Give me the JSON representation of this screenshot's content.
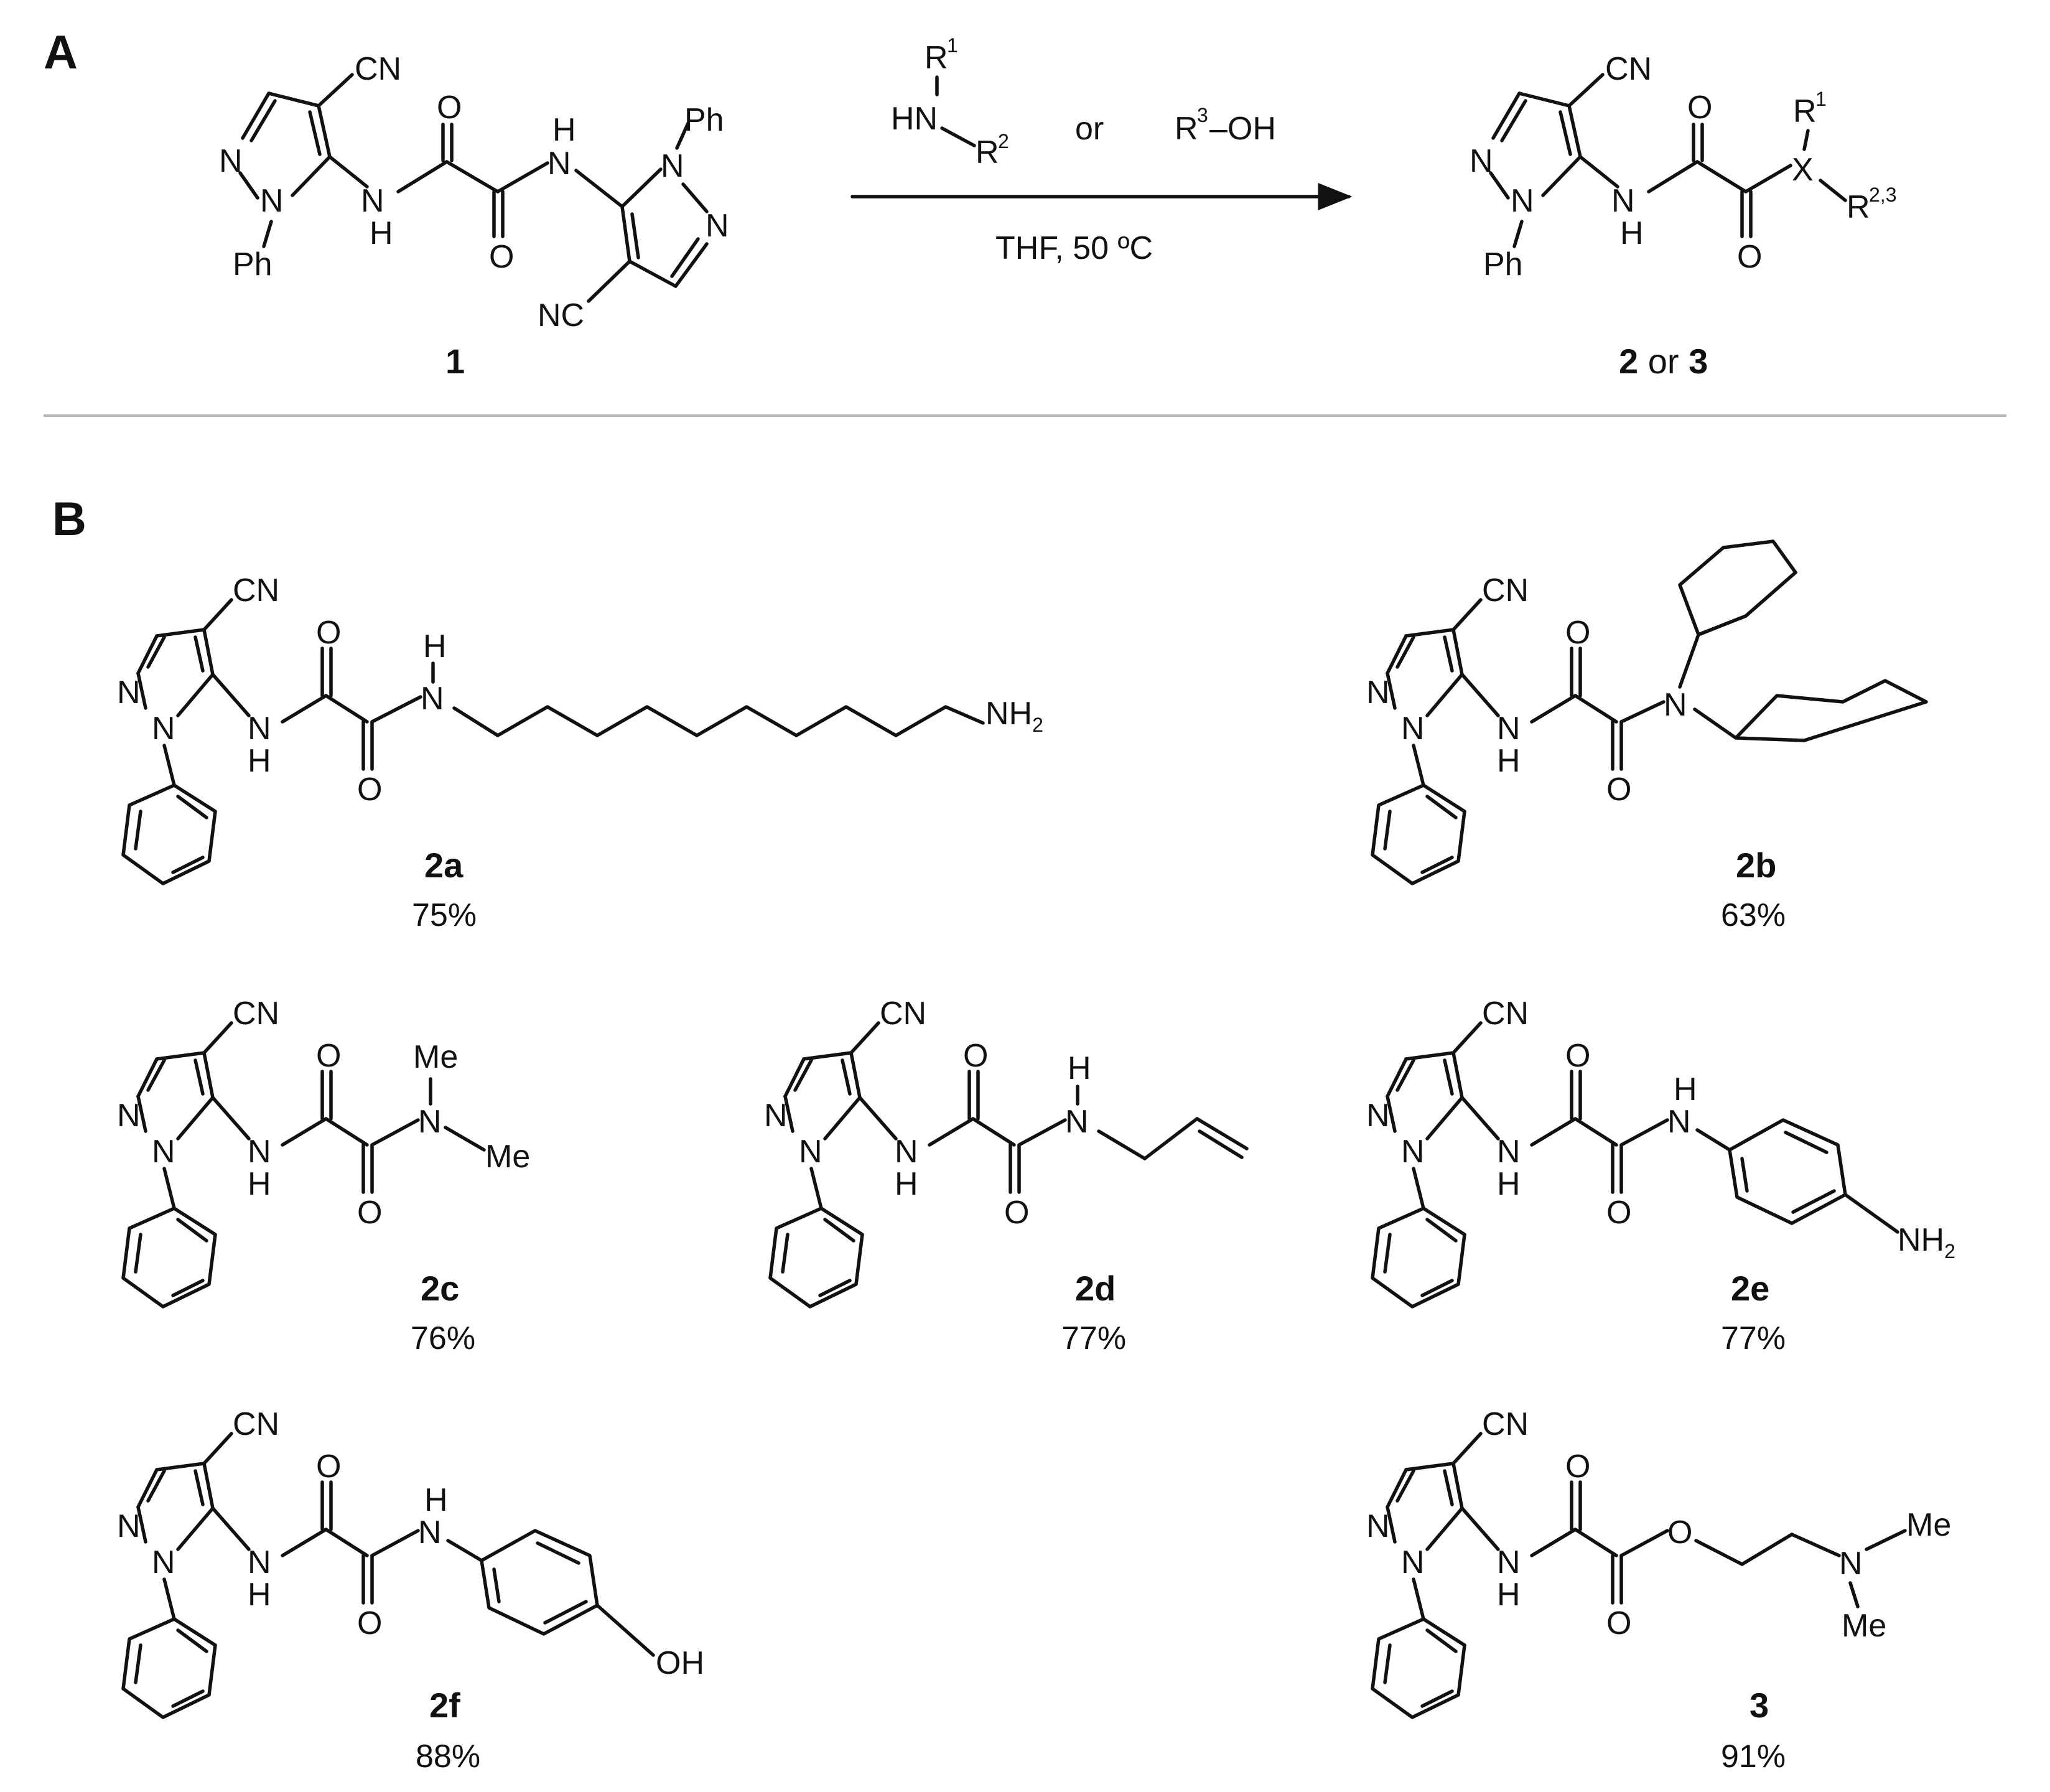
{
  "panels": {
    "a": "A",
    "b": "B"
  },
  "atoms": {
    "cn": "CN",
    "nc": "NC",
    "n": "N",
    "nh": "NH",
    "h": "H",
    "o": "O",
    "ph": "Ph",
    "me": "Me",
    "nh2": "NH",
    "nh2_sub": "2",
    "oh": "OH",
    "x": "X",
    "r": "R",
    "r1_sup": "1",
    "r2_sup": "2",
    "r23_sup": "2,3",
    "r3_sup": "3",
    "hn": "HN",
    "oh_tail": "–OH"
  },
  "reaction": {
    "or": "or",
    "conditions": "THF, 50 ºC",
    "reactant_label": "1",
    "product_label_a": "2",
    "product_label_or": " or ",
    "product_label_b": "3"
  },
  "products": [
    {
      "label": "2a",
      "yield": "75%"
    },
    {
      "label": "2b",
      "yield": "63%"
    },
    {
      "label": "2c",
      "yield": "76%"
    },
    {
      "label": "2d",
      "yield": "77%"
    },
    {
      "label": "2e",
      "yield": "77%"
    },
    {
      "label": "2f",
      "yield": "88%"
    },
    {
      "label": "3",
      "yield": "91%"
    }
  ]
}
